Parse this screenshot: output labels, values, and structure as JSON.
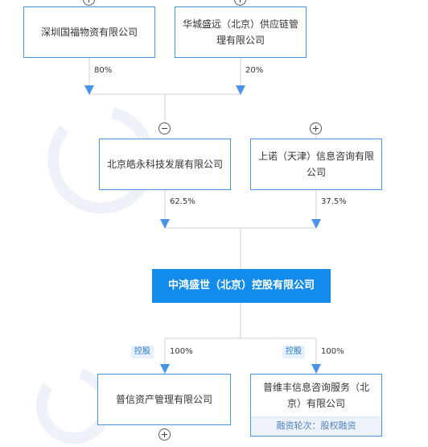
{
  "shareholders": [
    {
      "name": "深圳国福物资有限公司",
      "percent": "80%"
    },
    {
      "name": "华城盛远（北京）供应链管理有限公司",
      "percent": "20%"
    }
  ],
  "mid_shareholders": [
    {
      "name": "北京皓永科技发展有限公司",
      "percent": "62.5%"
    },
    {
      "name": "上诺（天津）信息咨询有限公司",
      "percent": "37.5%"
    }
  ],
  "company": {
    "name": "中鸿盛世（北京）控股有限公司"
  },
  "subsidiaries": [
    {
      "name": "普信资产管理有限公司",
      "tag": "控股",
      "percent": "100%"
    },
    {
      "name": "普维丰信息咨询服务（北京）有限公司",
      "tag": "控股",
      "percent": "100%",
      "footer": "融资轮次：股权融资"
    }
  ],
  "colors": {
    "accent": "#128bed",
    "border": "#4a94e8",
    "line": "#cccccc",
    "arrow": "#4a94e8"
  }
}
